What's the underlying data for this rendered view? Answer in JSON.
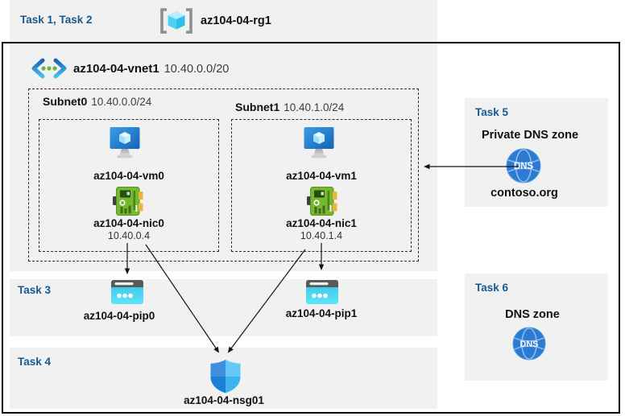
{
  "header": {
    "task_label": "Task 1, Task 2",
    "rg_name": "az104-04-rg1"
  },
  "vnet": {
    "name": "az104-04-vnet1",
    "cidr": "10.40.0.0/20"
  },
  "subnets": [
    {
      "name": "Subnet0",
      "cidr": "10.40.0.0/24",
      "vm": "az104-04-vm0",
      "nic": "az104-04-nic0",
      "ip": "10.40.0.4"
    },
    {
      "name": "Subnet1",
      "cidr": "10.40.1.0/24",
      "vm": "az104-04-vm1",
      "nic": "az104-04-nic1",
      "ip": "10.40.1.4"
    }
  ],
  "task3": {
    "label": "Task 3",
    "pip0": "az104-04-pip0",
    "pip1": "az104-04-pip1"
  },
  "task4": {
    "label": "Task 4",
    "nsg": "az104-04-nsg01"
  },
  "task5": {
    "label": "Task 5",
    "title": "Private DNS zone",
    "zone": "contoso.org",
    "dns_icon_text": "DNS"
  },
  "task6": {
    "label": "Task 6",
    "title": "DNS zone",
    "dns_icon_text": "DNS"
  },
  "icons": {
    "resource_group": "resource-group-icon",
    "virtual_network": "vnet-icon",
    "virtual_machine": "vm-icon",
    "network_interface": "nic-icon",
    "public_ip": "public-ip-icon",
    "dns_zone": "dns-globe-icon",
    "network_security_group": "nsg-shield-icon"
  },
  "colors": {
    "task_label_blue": "#17598F",
    "panel_gray": "#F1F1F1",
    "border_black": "#000000",
    "arrow_black": "#141414",
    "nic_green": "#76B82F",
    "pip_cyan": "#35C7E8",
    "dns_blue": "#2C7BD3",
    "vm_blue": "#2F93E0"
  }
}
